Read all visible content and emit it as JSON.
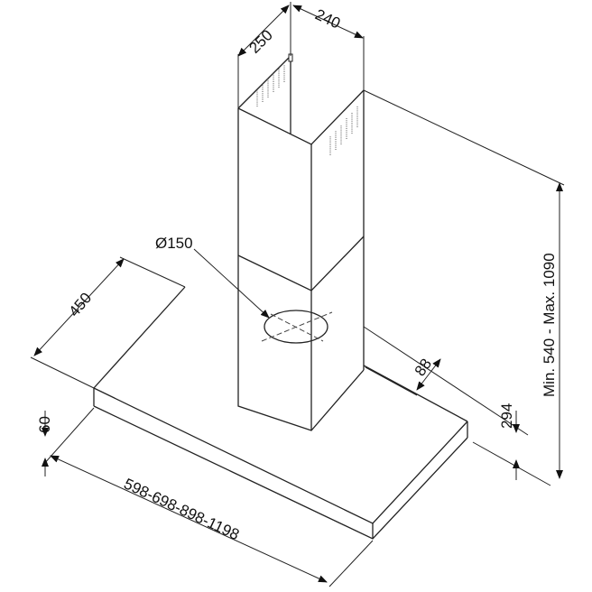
{
  "drawing": {
    "title": "Chimney hood dimensions",
    "dimensions": {
      "chimney_depth": "250",
      "chimney_width": "240",
      "duct_diameter": "Ø150",
      "hood_depth": "450",
      "hood_thickness": "60",
      "hood_width": "598-698-898-1198",
      "chimney_offset": "88",
      "hood_depth_back": "294",
      "chimney_height": "Min. 540 - Max. 1090"
    }
  }
}
